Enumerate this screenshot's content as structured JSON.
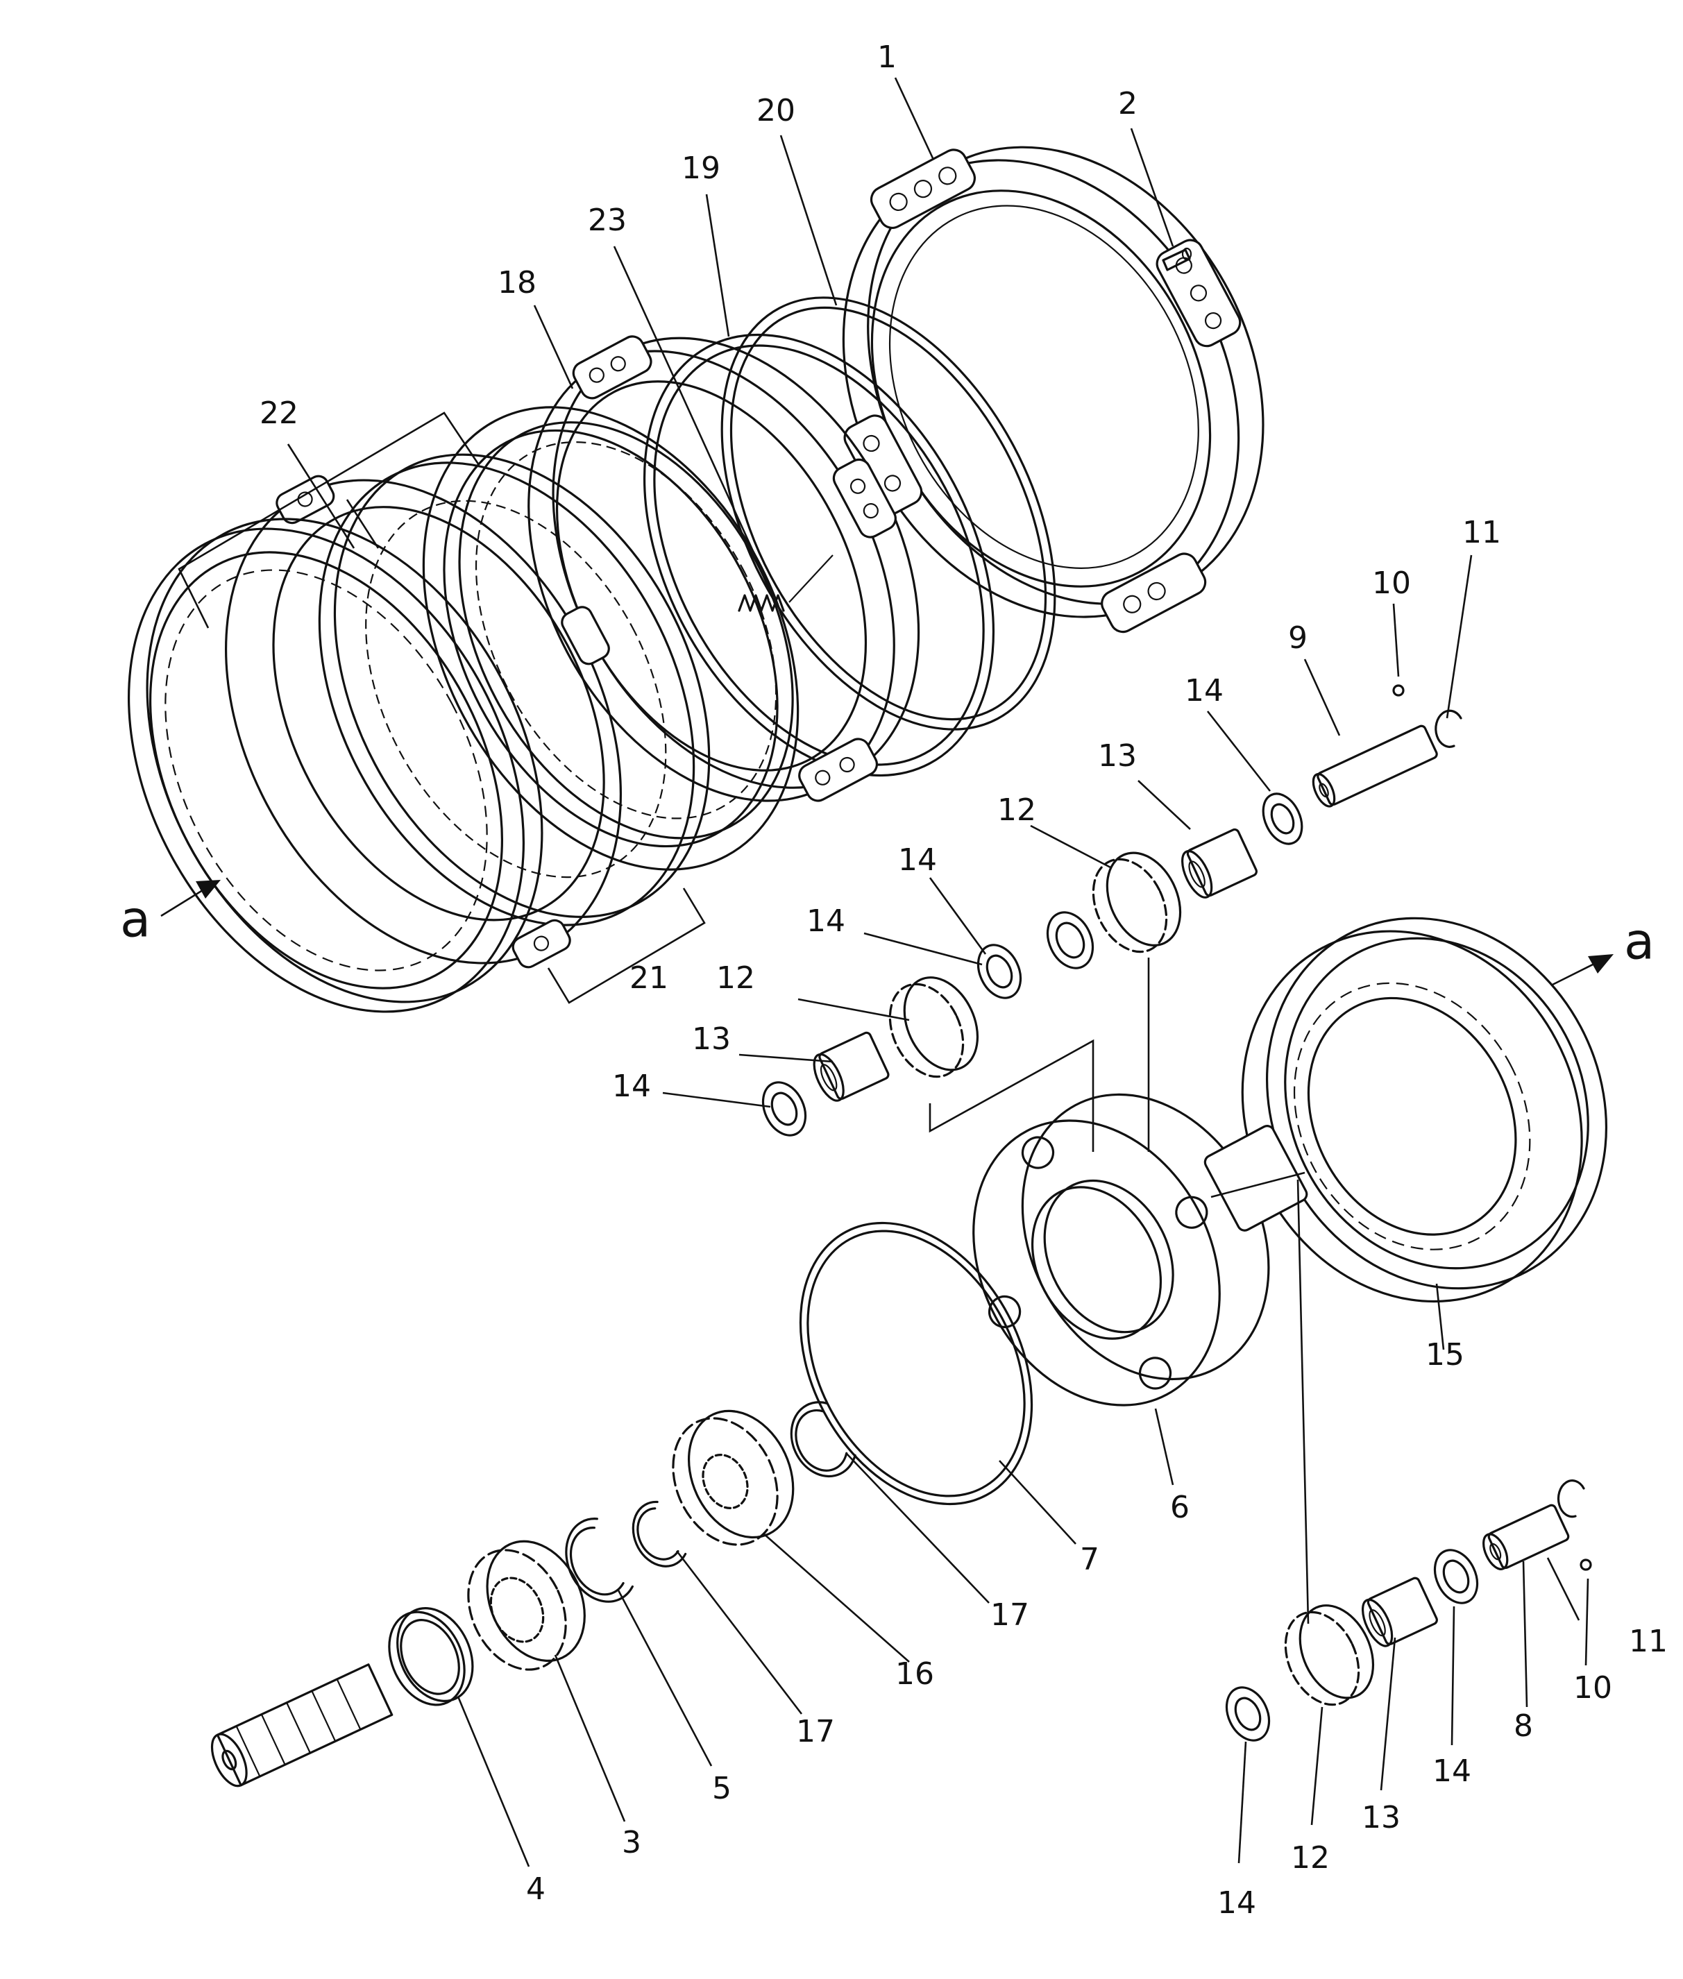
{
  "labels": {
    "p1": "1",
    "p2": "2",
    "p3": "3",
    "p4": "4",
    "p5": "5",
    "p6": "6",
    "p7": "7",
    "p8": "8",
    "p9": "9",
    "p10a": "10",
    "p10b": "10",
    "p11a": "11",
    "p11b": "11",
    "p12a": "12",
    "p12b": "12",
    "p12c": "12",
    "p13a": "13",
    "p13b": "13",
    "p13c": "13",
    "p14a": "14",
    "p14b": "14",
    "p14c": "14",
    "p14d": "14",
    "p14e": "14",
    "p14f": "14",
    "p15": "15",
    "p16": "16",
    "p17a": "17",
    "p17b": "17",
    "p18": "18",
    "p19": "19",
    "p20": "20",
    "p21": "21",
    "p22": "22",
    "p23": "23",
    "arrow_left": "a",
    "arrow_right": "a"
  }
}
